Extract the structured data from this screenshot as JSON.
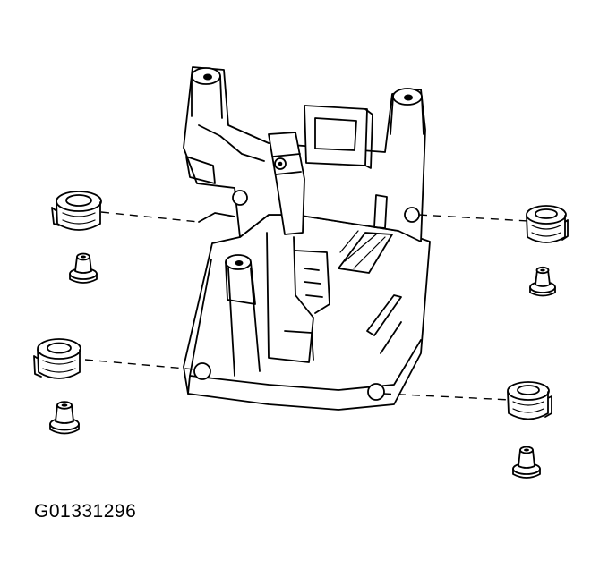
{
  "figure": {
    "id_label": "G01331296"
  },
  "parts": {
    "housing": "shifter-base-housing",
    "grommet_count": 4,
    "collar_count": 4
  }
}
